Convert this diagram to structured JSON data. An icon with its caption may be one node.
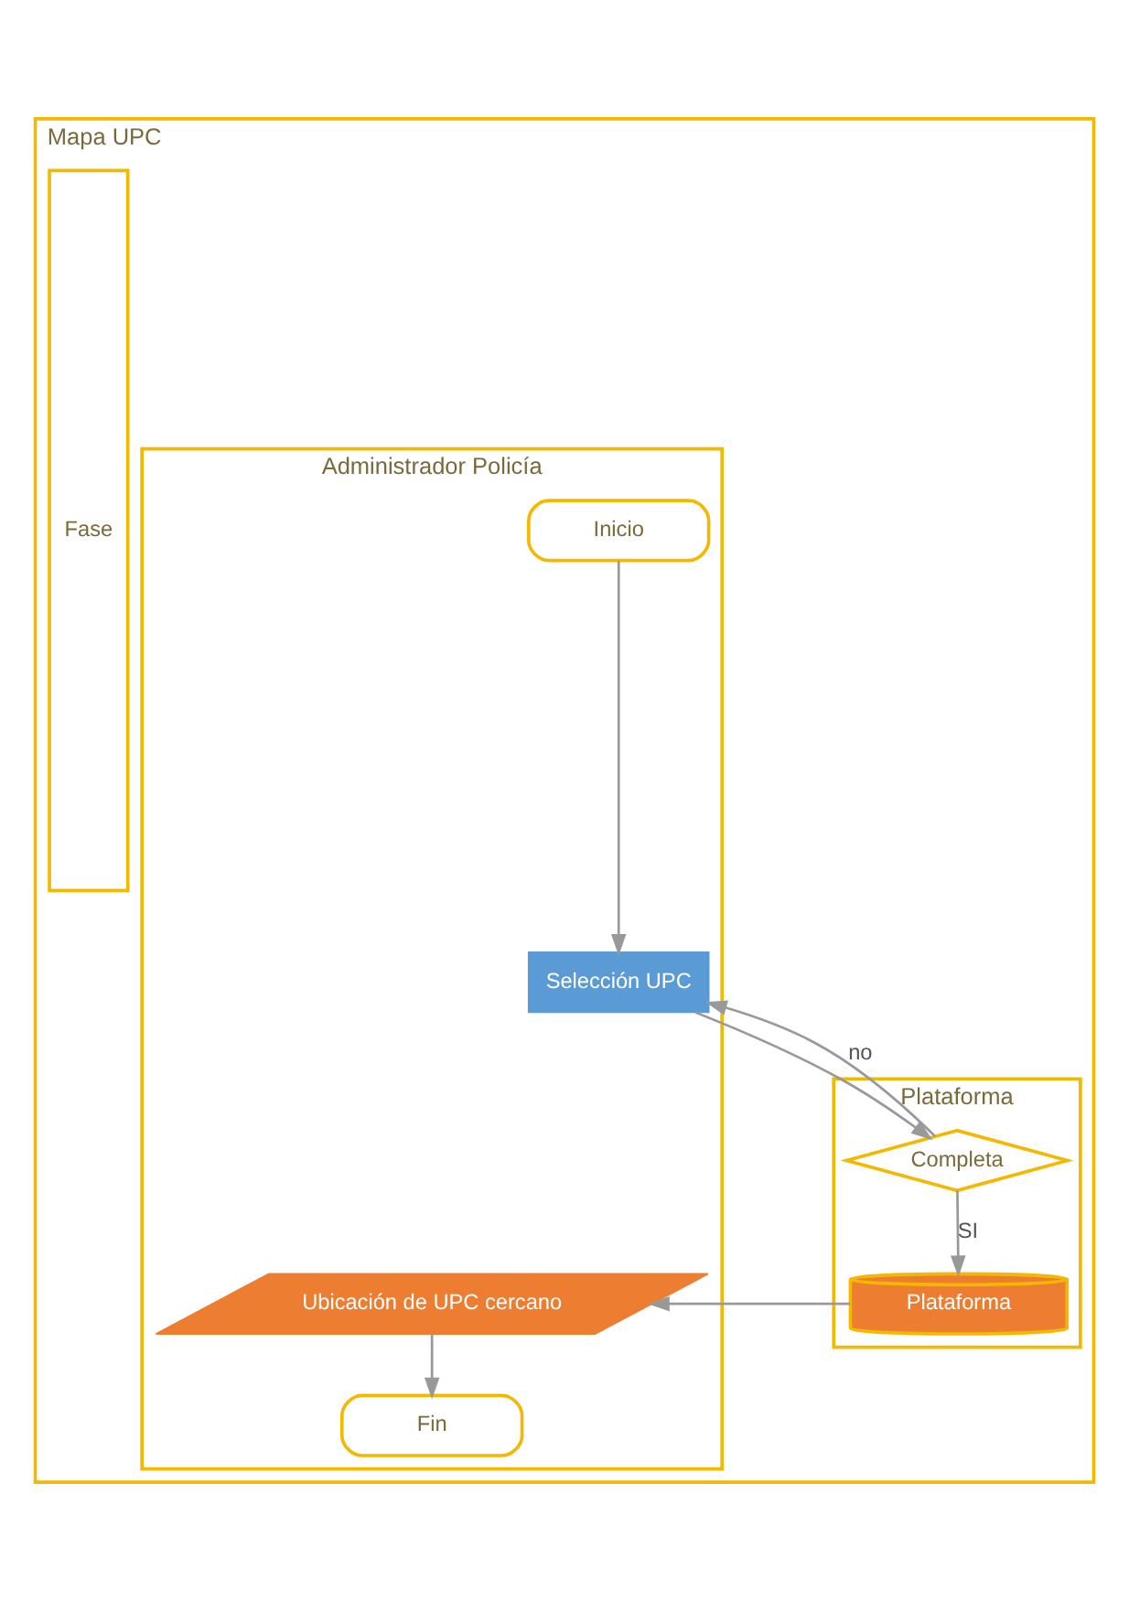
{
  "diagram": {
    "nodes": [
      {
        "text": [
          "Mapa UPC"
        ]
      },
      {
        "text": [
          "Fase"
        ],
        "in": 0
      },
      {
        "text": [
          "Administrador Policía"
        ],
        "in": 0
      },
      {
        "text": [
          "Plataforma"
        ],
        "in": 0
      },
      {
        "text": [
          "Inicio"
        ],
        "in": 2
      },
      {
        "text": [
          "Selección UPC"
        ],
        "in": 2
      },
      {
        "text": [
          "Completa"
        ],
        "in": 3
      },
      {
        "text": [
          "Plataforma"
        ],
        "in": 3
      },
      {
        "text": [
          "Ubicación de UPC cercano"
        ],
        "in": 2
      },
      {
        "text": [
          "Fin"
        ],
        "in": 2
      }
    ],
    "edges": [
      {
        "from": 4,
        "to": 5,
        "arrow": "to"
      },
      {
        "from": 5,
        "to": 6,
        "arrow": "to"
      },
      {
        "from": 6,
        "to": 5,
        "arrow": "to",
        "label": "no"
      },
      {
        "from": 6,
        "to": 7,
        "arrow": "to",
        "label": "SI"
      },
      {
        "from": 7,
        "to": 8,
        "arrow": "to"
      },
      {
        "from": 8,
        "to": 9,
        "arrow": "to"
      }
    ]
  }
}
